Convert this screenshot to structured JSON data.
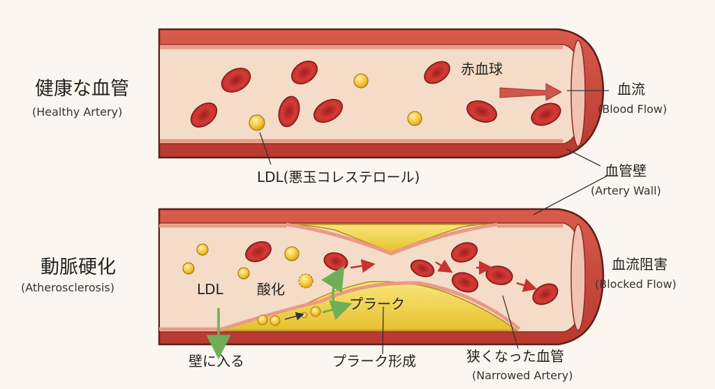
{
  "healthy": {
    "title": "健康な血管",
    "title_en": "(Healthy Artery)",
    "rbc_label": "赤血球",
    "flow_label": "血流",
    "flow_label_en": "(Blood Flow)",
    "ldl_label": "LDL(悪玉コレステロール)"
  },
  "shared": {
    "wall_label": "血管壁",
    "wall_label_en": "(Artery Wall)"
  },
  "diseased": {
    "title": "動脈硬化",
    "title_en": "(Atherosclerosis)",
    "ldl": "LDL",
    "oxidation": "酸化",
    "plaque": "プラーク",
    "blocked": "血流阻害",
    "blocked_en": "(Blocked Flow)",
    "enter_wall": "壁に入る",
    "plaque_formation": "プラーク形成",
    "narrowed": "狭くなった血管",
    "narrowed_en": "(Narrowed Artery)"
  },
  "colors": {
    "wall": "#c9443a",
    "wall_dark": "#8e2a24",
    "lumen": "#f4dcc8",
    "inner_wall": "#e99a86",
    "rbc": "#c8322f",
    "ldl": "#f2c232",
    "plaque": "#f0d64a",
    "arrow_green": "#6fae57"
  }
}
